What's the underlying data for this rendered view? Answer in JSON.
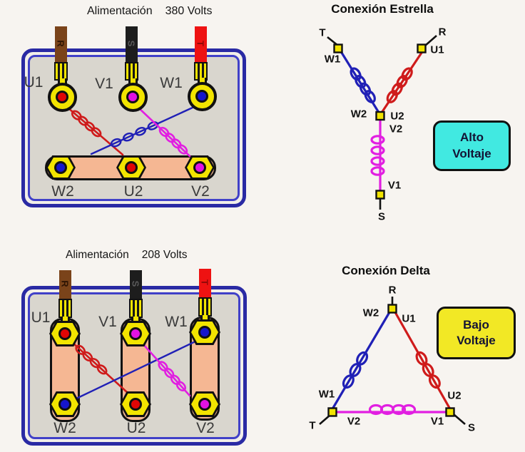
{
  "colors": {
    "winding_u_red": "#cf1b1b",
    "winding_v_magenta": "#e11fe1",
    "winding_w_blue": "#2020b6",
    "copper_bar": "#f5b793",
    "terminal_yellow": "#f2e400",
    "box_border_navy": "#2a2aa4",
    "box_fill_gray": "#d9d6ce",
    "alto_badge_cyan": "#41e9e1",
    "bajo_badge_yellow": "#f2e825",
    "wire_r_brown": "#7a431a",
    "wire_s_black": "#1d1d1d",
    "wire_t_red": "#ee1212"
  },
  "box380": {
    "title": {
      "word": "Alimentación",
      "volts": "380 Volts"
    },
    "feeds": [
      "R",
      "S",
      "T"
    ],
    "tops": [
      "U1",
      "V1",
      "W1"
    ],
    "bottoms": [
      "W2",
      "U2",
      "V2"
    ]
  },
  "box208": {
    "title": {
      "word": "Alimentación",
      "volts": "208 Volts"
    },
    "feeds": [
      "R",
      "S",
      "T"
    ],
    "tops": [
      "U1",
      "V1",
      "W1"
    ],
    "bottoms": [
      "W2",
      "U2",
      "V2"
    ]
  },
  "star": {
    "title": "Conexión Estrella",
    "labels": {
      "t": "T",
      "r": "R",
      "s": "S",
      "w1": "W1",
      "u1": "U1",
      "w2": "W2",
      "u2": "U2",
      "v2": "V2",
      "v1": "V1"
    },
    "badge": {
      "line1": "Alto",
      "line2": "Voltaje"
    }
  },
  "delta": {
    "title": "Conexión Delta",
    "labels": {
      "r": "R",
      "w2": "W2",
      "u1": "U1",
      "w1": "W1",
      "u2": "U2",
      "v2": "V2",
      "v1": "V1",
      "t": "T",
      "s": "S"
    },
    "badge": {
      "line1": "Bajo",
      "line2": "Voltaje"
    }
  }
}
